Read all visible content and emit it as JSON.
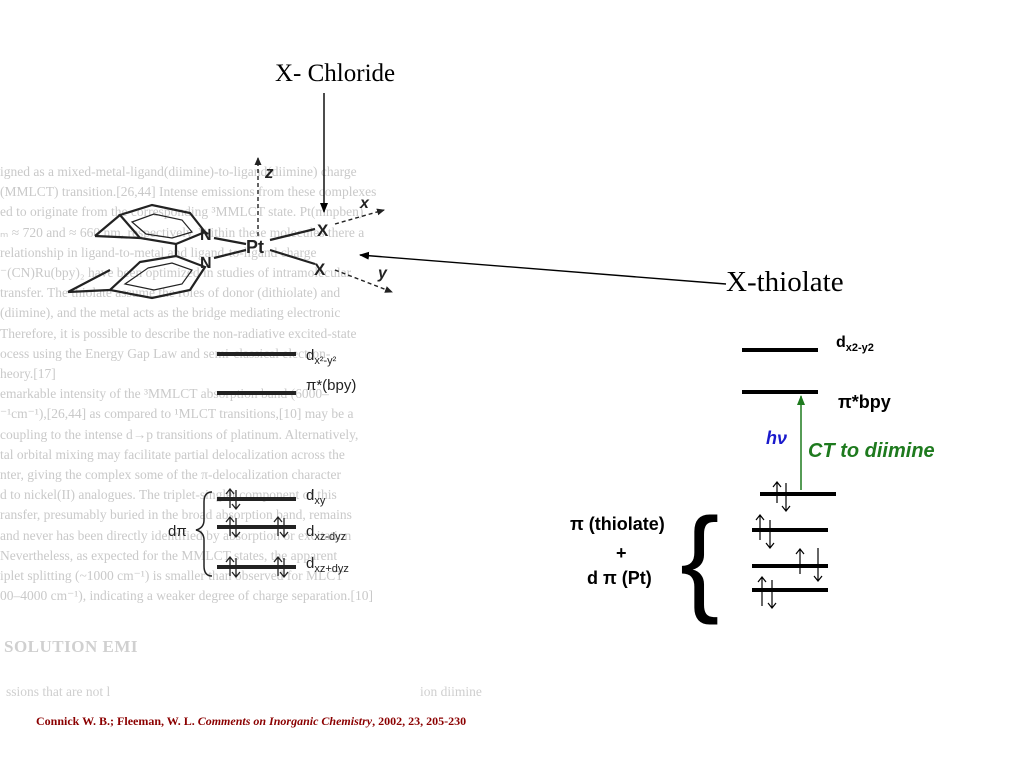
{
  "labels": {
    "chloride": "X- Chloride",
    "thiolate": "X-thiolate"
  },
  "molecule": {
    "pt": "Pt",
    "n_top": "N",
    "n_bottom": "N",
    "x_top": "X",
    "x_bottom": "X",
    "axis_z": "z",
    "axis_x": "x",
    "axis_y": "y"
  },
  "left_levels": {
    "dx2y2": "d",
    "dx2y2_sub": "x²-y²",
    "pi_bpy": "π*(bpy)",
    "dxy": "d",
    "dxy_sub": "xy",
    "dxz_minus": "d",
    "dxz_minus_sub": "xz-dyz",
    "dxz_plus": "d",
    "dxz_plus_sub": "xz+dyz",
    "dpi": "dπ"
  },
  "right_levels": {
    "dx2y2": "d",
    "dx2y2_sub": "x2-y2",
    "pi_bpy": "π*bpy",
    "hv": "hν",
    "ct": "CT to diimine",
    "group_line1": "π (thiolate)",
    "group_line2": "+",
    "group_line3": "d π (Pt)"
  },
  "background_text": [
    "igned as a mixed-metal-ligand(diimine)-to-ligand(diimine) charge",
    "(MMLCT) transition.[26,44] Intense emissions from these complexes",
    "ed to originate from the corresponding ³MMLCT state. Pt(mnpben)",
    "ₘ ≈ 720 and ≈ 660 nm, respectively. Within these molecules there a",
    "relationship in ligand-to-metal and ligand-to-ligand charge",
    "⁻(CN)Ru(bpy)₂ have been optimized in studies of intramolecular",
    "transfer. The thiolate assume the roles of donor (dithiolate) and",
    "(diimine), and the metal acts as the bridge mediating electronic",
    "Therefore, it is possible to describe the non-radiative excited-state",
    "ocess using the Energy Gap Law and semi-classical electron-",
    "heory.[17]",
    "emarkable intensity of the ³MMLCT absorption band (6000–",
    "⁻¹cm⁻¹),[26,44] as compared to ¹MLCT transitions,[10] may be a",
    "coupling to the intense d→p transitions of platinum. Alternatively,",
    "tal orbital mixing may facilitate partial delocalization across the",
    "nter, giving the complex some of the π-delocalization character",
    "d to nickel(II) analogues. The triplet-singlet component of this",
    "ransfer, presumably buried in the broad absorption band, remains",
    "and never has been directly identified by absorption or excitation",
    "Nevertheless, as expected for the MMLCT states, the apparent",
    "iplet splitting (~1000 cm⁻¹) is smaller than observed for MLCT",
    "00–4000 cm⁻¹), indicating a weaker degree of charge separation.[10]"
  ],
  "background_heading": "SOLUTION EMI",
  "background_footer_left": "ssions that are not l",
  "background_footer_right": "ion diimine",
  "citation": {
    "authors": "Connick W. B.; Fleeman, W. L. ",
    "journal": "Comments on Inorganic Chemistry",
    "details": ", 2002, 23, 205-230"
  }
}
